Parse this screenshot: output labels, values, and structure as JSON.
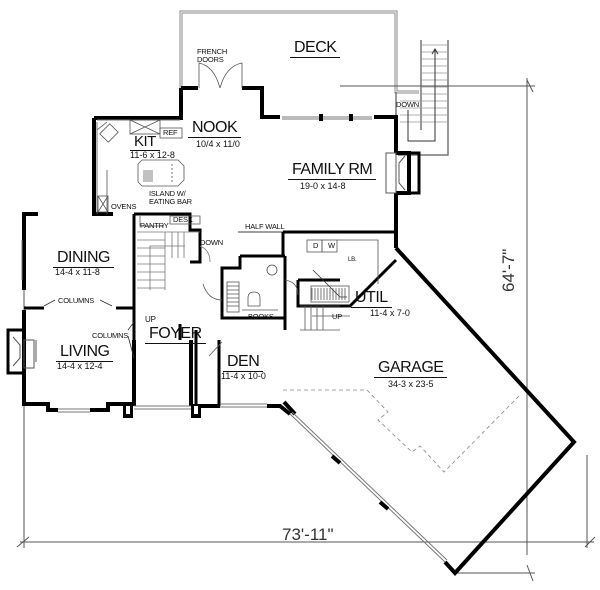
{
  "plan": {
    "rooms": {
      "deck": {
        "label": "DECK"
      },
      "nook": {
        "label": "NOOK",
        "size": "10/4 x 11/0"
      },
      "kit": {
        "label": "KIT",
        "size": "11-6 x 12-8"
      },
      "family": {
        "label": "FAMILY RM",
        "size": "19-0 x 14-8"
      },
      "dining": {
        "label": "DINING",
        "size": "14-4 x 11-8"
      },
      "living": {
        "label": "LIVING",
        "size": "14-4 x 12-4"
      },
      "foyer": {
        "label": "FOYER"
      },
      "den": {
        "label": "DEN",
        "size": "11-4 x 10-0"
      },
      "util": {
        "label": "UTIL",
        "size": "11-4 x 7-0"
      },
      "garage": {
        "label": "GARAGE",
        "size": "34-3 x 23-5"
      }
    },
    "notes": {
      "french_doors_1": "FRENCH",
      "french_doors_2": "DOORS",
      "deck_stair": "DOWN",
      "ref": "REF",
      "island_1": "ISLAND W/",
      "island_2": "EATING BAR",
      "ovens": "OVENS",
      "pantry": "PANTRY",
      "desk": "DESK",
      "stair_down": "DOWN",
      "half_wall": "HALF WALL",
      "dryer": "D",
      "washer": "W",
      "laundry_bin": "LB.",
      "columns_dining": "COLUMNS",
      "columns_foyer": "COLUMNS",
      "foyer_up": "UP",
      "books": "BOOKS",
      "util_up": "UP"
    },
    "dimensions": {
      "width": "73'-11\"",
      "depth": "64'-7\""
    }
  }
}
